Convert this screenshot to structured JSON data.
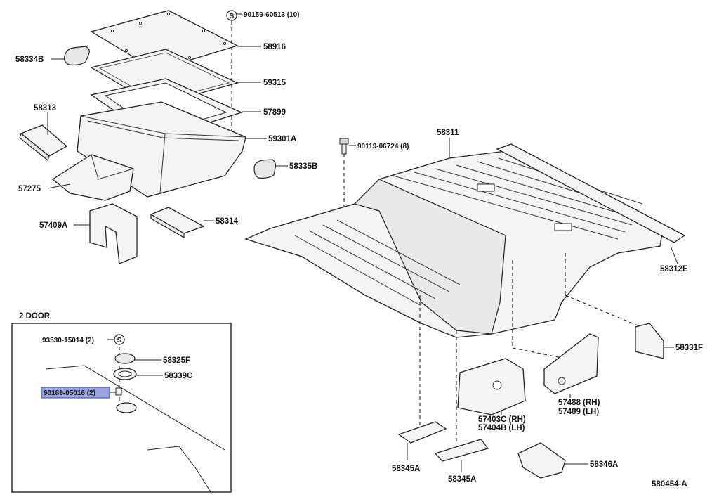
{
  "diagram": {
    "drawing_number": "580454-A",
    "inset_title": "2 DOOR",
    "symbol_s": "S",
    "parts": {
      "p90159": "90159-60513 (10)",
      "p58916": "58916",
      "p58334B": "58334B",
      "p59315": "59315",
      "p58313": "58313",
      "p57899": "57899",
      "p59301A": "59301A",
      "p90119": "90119-06724 (8)",
      "p58311": "58311",
      "p58335B": "58335B",
      "p57275": "57275",
      "p58314": "58314",
      "p57409A": "57409A",
      "p58312E": "58312E",
      "p58331F": "58331F",
      "p57488": "57488 (RH)",
      "p57489": "57489 (LH)",
      "p57403C": "57403C (RH)",
      "p57404B": "57404B (LH)",
      "p58345A_1": "58345A",
      "p58345A_2": "58345A",
      "p58346A": "58346A",
      "p93530": "93530-15014 (2)",
      "p58325F": "58325F",
      "p58339C": "58339C",
      "p90189": "90189-05016 (2)"
    }
  }
}
